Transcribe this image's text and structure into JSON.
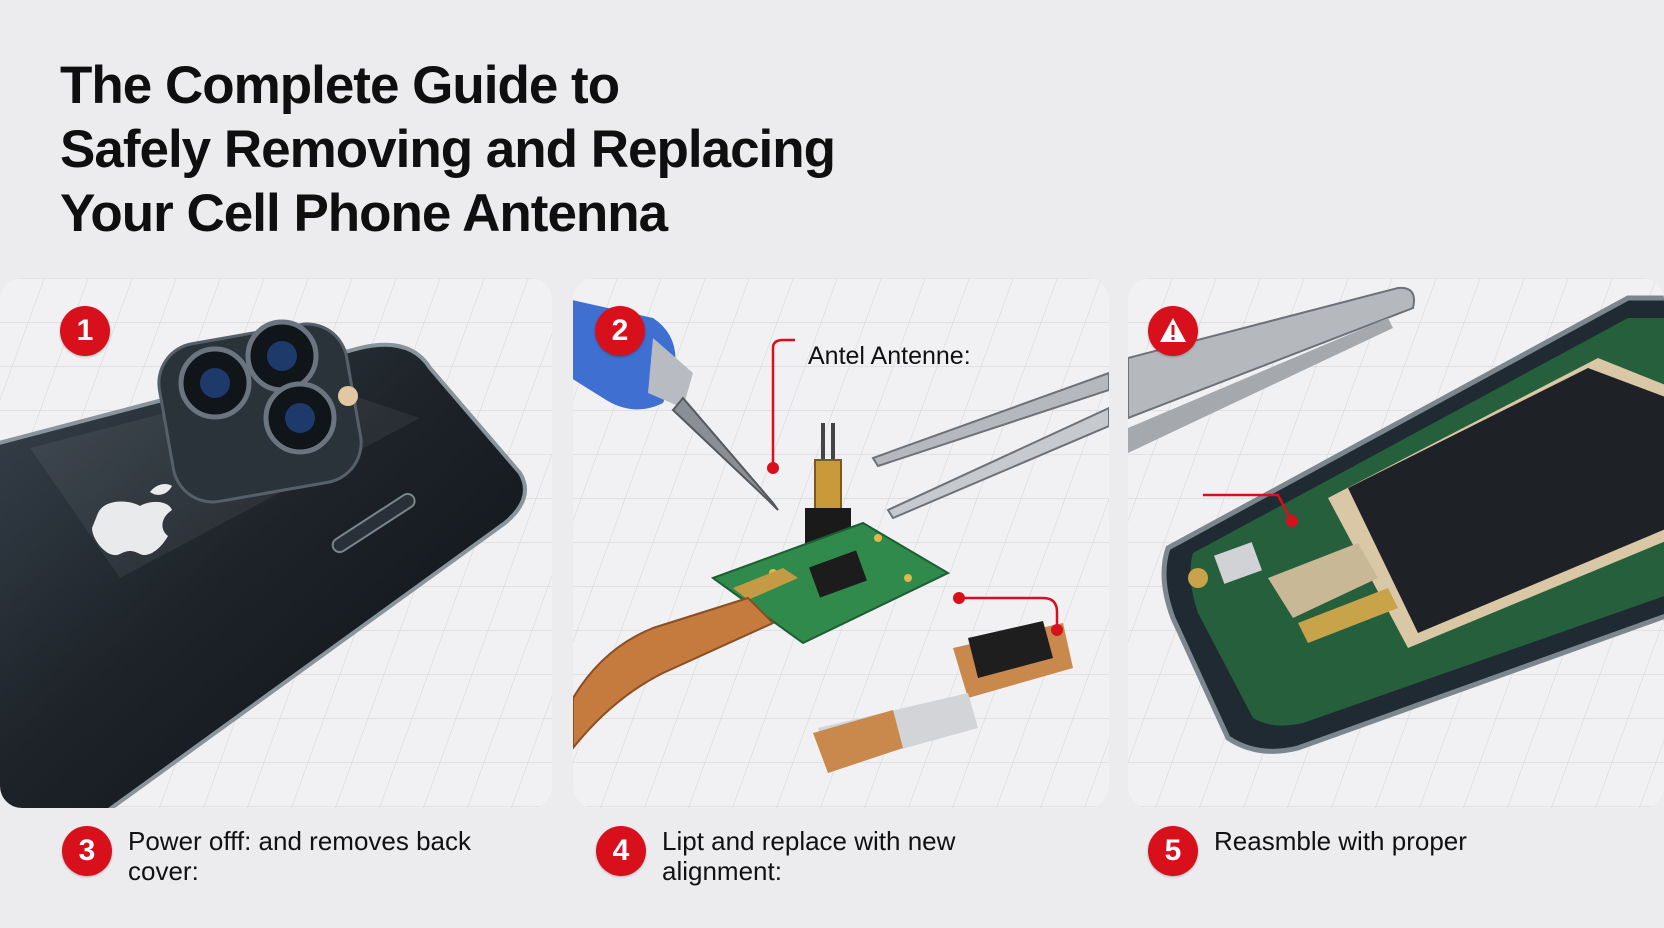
{
  "title": {
    "line1": "The Complete Guide to",
    "line2": "Safely Removing and Replacing",
    "line3": "Your Cell Phone Antenna"
  },
  "panels": [
    {
      "badge": "1"
    },
    {
      "badge": "2",
      "callout": "Antel Antenne:"
    },
    {
      "badge": "!"
    }
  ],
  "steps": [
    {
      "badge": "3",
      "text": "Power offf: and removes back cover:"
    },
    {
      "badge": "4",
      "text": "Lipt and replace with new alignment:"
    },
    {
      "badge": "5",
      "text": "Reasmble with proper"
    }
  ],
  "colors": {
    "accent": "#d8101c",
    "background": "#ececee",
    "pcb": "#2f8a4c",
    "phone": "#1c2126"
  },
  "icons": [
    "warning-icon",
    "apple-logo-icon"
  ]
}
